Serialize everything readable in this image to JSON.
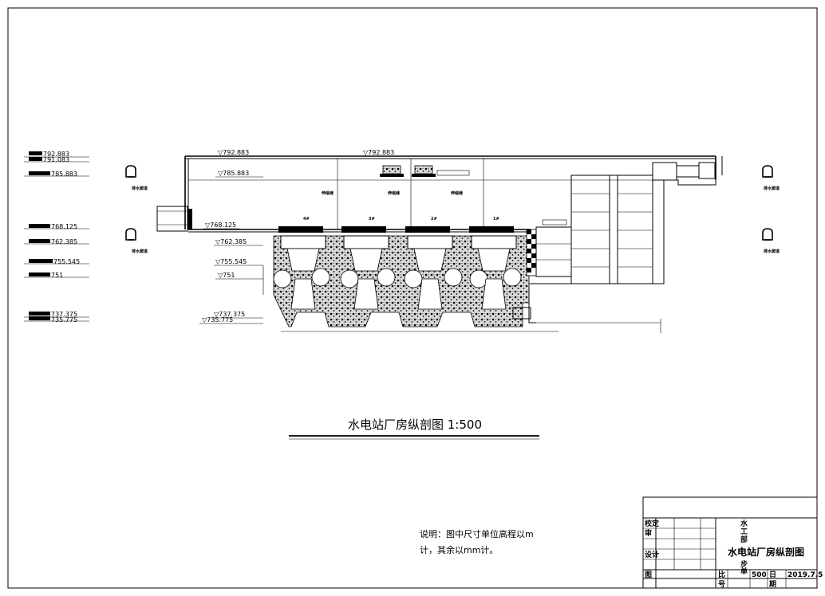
{
  "drawing": {
    "title": "水电站厂房纵剖图 1:500",
    "note_line1": "说明：图中尺寸单位高程以m",
    "note_line2": "计，其余以mm计。"
  },
  "elevations_left": [
    {
      "id": "e1",
      "text": "792.883"
    },
    {
      "id": "e2",
      "text": "791.083"
    },
    {
      "id": "e3",
      "text": "785.883"
    },
    {
      "id": "e4",
      "text": "768.125"
    },
    {
      "id": "e5",
      "text": "762.385"
    },
    {
      "id": "e6",
      "text": "755.545"
    },
    {
      "id": "e7",
      "text": "751"
    },
    {
      "id": "e8",
      "text": "737.375"
    },
    {
      "id": "e9",
      "text": "735.775"
    }
  ],
  "elevations_section": {
    "top_a": "▽792.883",
    "top_b": "▽792.883",
    "crane": "▽785.883",
    "floor": "▽768.125",
    "gen_floor": "▽762.385",
    "turbine": "▽755.545",
    "spiral": "▽751",
    "draft_a": "▽737.375",
    "draft_b": "▽735.775"
  },
  "units": [
    "4#",
    "3#",
    "2#",
    "1#"
  ],
  "labels": {
    "expansion_joint": "伸缩缝",
    "drainage_gallery": "排水廊道"
  },
  "title_block": {
    "review": "校定",
    "check": "审",
    "design": "设计",
    "drawing_no": "图",
    "number": "号",
    "scale_label": "比",
    "scale_value": "500",
    "date_label": "日",
    "date_period": "期",
    "date_value": "2019.7.5",
    "drawing_name": "水电站厂房纵剖图",
    "org_char_1": "水",
    "org_char_2": "工",
    "org_char_3": "部",
    "org_char_4": "步",
    "org_char_5": "单"
  }
}
